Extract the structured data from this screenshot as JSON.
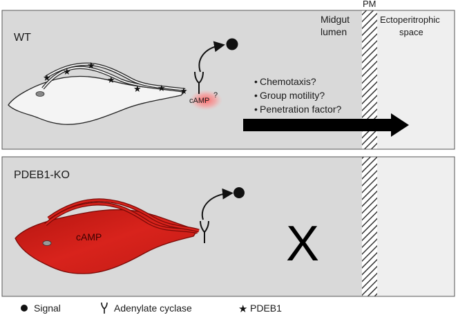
{
  "panels": {
    "wt": {
      "label": "WT",
      "camp_label": "cAMP",
      "question_mark": "?",
      "bullets": [
        "Chemotaxis?",
        "Group motility?",
        "Penetration factor?"
      ]
    },
    "ko": {
      "label": "PDEB1-KO",
      "camp_label": "cAMP",
      "blocked_mark": "X"
    }
  },
  "regions": {
    "pm": "PM",
    "midgut_line1": "Midgut",
    "midgut_line2": "lumen",
    "ecto_line1": "Ectoperitrophic",
    "ecto_line2": "space"
  },
  "legend": {
    "signal": "Signal",
    "cyclase": "Adenylate cyclase",
    "pdeb1": "PDEB1"
  },
  "colors": {
    "panel_bg": "#d9d9d9",
    "ecto_bg": "#efefef",
    "parasite_ko": "#cc1f1a",
    "camp_glow": "#ff6b6b"
  }
}
